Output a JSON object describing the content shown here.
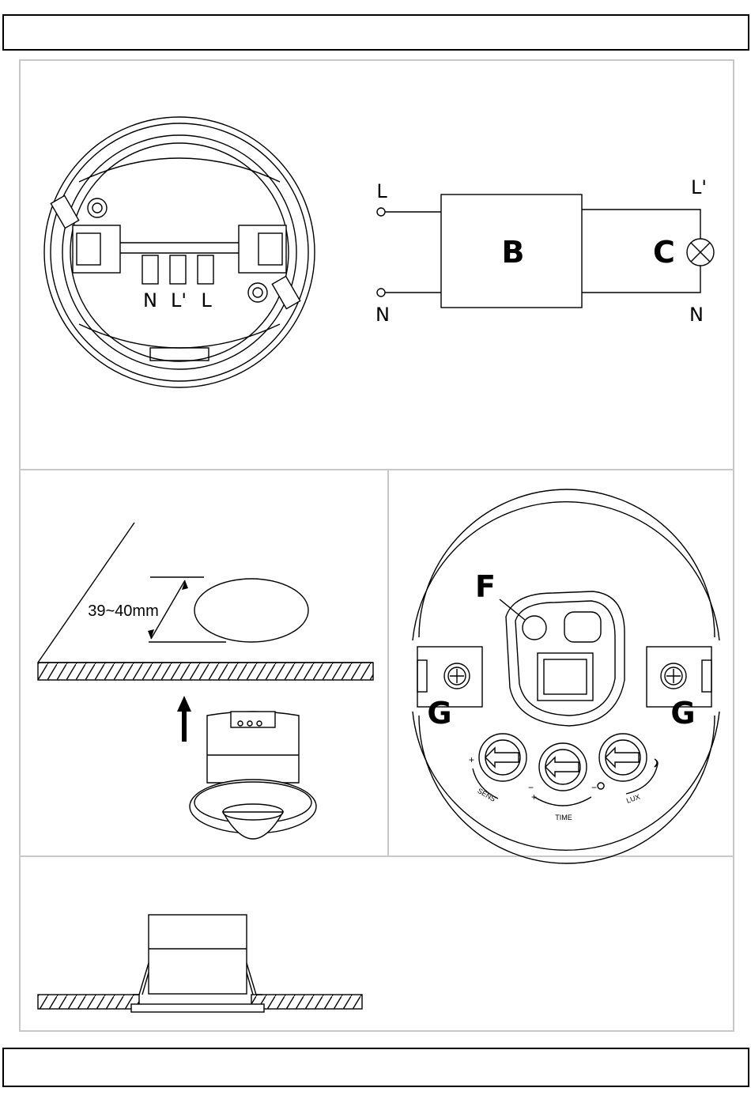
{
  "panel1": {
    "terminals": [
      "N",
      "L'",
      "L"
    ]
  },
  "panel2": {
    "input_l": "L",
    "input_n": "N",
    "block_label": "B",
    "lamp_label": "C",
    "output_l": "L'",
    "output_n": "N"
  },
  "panel3": {
    "dimension": "39~40mm"
  },
  "panel4": {
    "label_f": "F",
    "label_g_left": "G",
    "label_g_right": "G",
    "knob_sens": "SENS",
    "knob_time": "TIME",
    "knob_lux": "LUX",
    "plus_1": "+",
    "minus_1": "−",
    "plus_2": "+",
    "minus_2": "−"
  }
}
